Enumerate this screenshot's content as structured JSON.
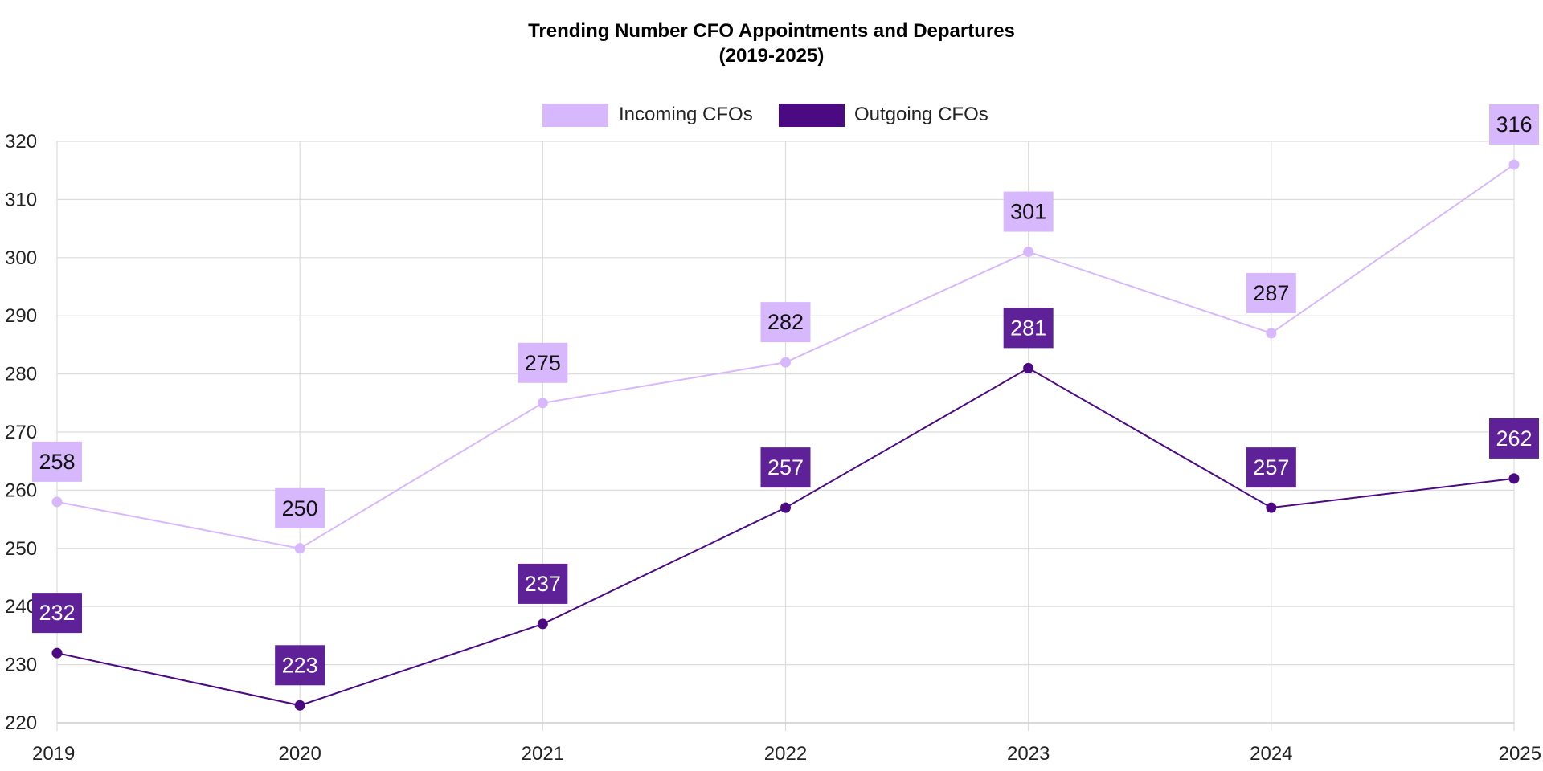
{
  "chart_data": {
    "type": "line",
    "title": "Trending Number CFO Appointments and Departures",
    "subtitle": "(2019-2025)",
    "categories": [
      "2019",
      "2020",
      "2021",
      "2022",
      "2023",
      "2024",
      "2025"
    ],
    "ylim": [
      220,
      320
    ],
    "yticks": [
      220,
      230,
      240,
      250,
      260,
      270,
      280,
      290,
      300,
      310,
      320
    ],
    "grid": true,
    "legend_position": "top",
    "series": [
      {
        "name": "Incoming CFOs",
        "values": [
          258,
          250,
          275,
          282,
          301,
          287,
          316
        ],
        "color": "#d8b8fc",
        "label_text_color": "#111111"
      },
      {
        "name": "Outgoing CFOs",
        "values": [
          232,
          223,
          237,
          257,
          281,
          257,
          262
        ],
        "color": "#4b0a82",
        "label_bg_color": "#5e2198",
        "label_text_color": "#ffffff"
      }
    ]
  }
}
